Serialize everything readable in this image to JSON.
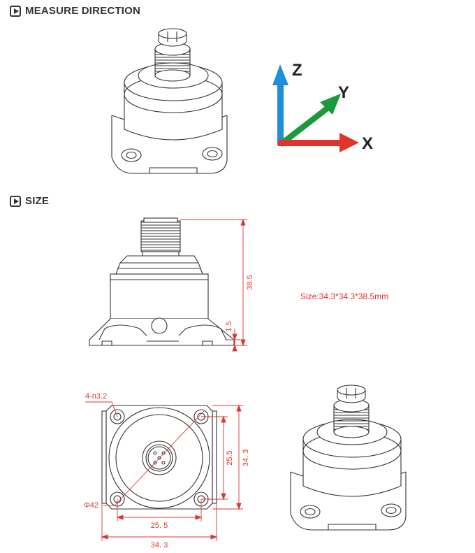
{
  "sections": {
    "measure_direction": {
      "title": "MEASURE DIRECTION"
    },
    "size": {
      "title": "SIZE"
    }
  },
  "axes": {
    "z": "Z",
    "y": "Y",
    "x": "X"
  },
  "size_text": "Size:34.3*34.3*38.5mm",
  "dimensions": {
    "height": "38.5",
    "base_thickness": "1.5",
    "hole_label": "4-n3.2",
    "diameter": "Φ42",
    "hole_spacing_v": "25.5",
    "width_v": "34. 3",
    "hole_spacing_h": "25. 5",
    "width_h": "34. 3"
  },
  "colors": {
    "dim": "#e0352b",
    "axis_z": "#1e8fd8",
    "axis_y": "#1a9a3a",
    "axis_x": "#e0352b"
  }
}
